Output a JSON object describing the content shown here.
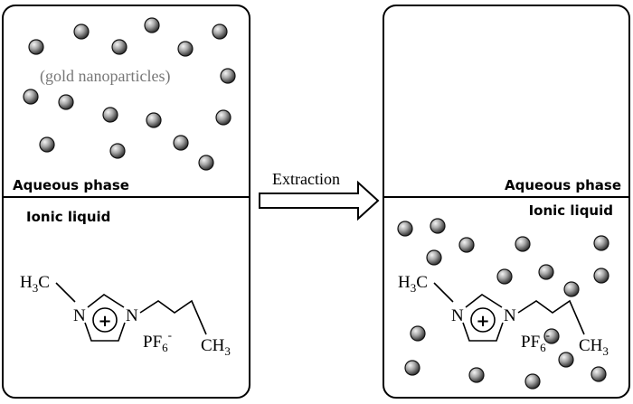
{
  "before": {
    "upper_phase": "Aqueous phase",
    "lower_phase": "Ionic liquid",
    "particle_note": "(gold nanoparticles)"
  },
  "arrow": {
    "label": "Extraction"
  },
  "after": {
    "upper_phase": "Aqueous phase",
    "lower_phase": "Ionic liquid"
  },
  "molecule": {
    "methyl": "H",
    "methyl_sub": "3",
    "methyl_tail": "C",
    "n1": "N",
    "n2": "N",
    "charge": "+",
    "anion": "PF",
    "anion_sub": "6",
    "anion_sup": "-",
    "butyl": "CH",
    "butyl_sub": "3"
  },
  "colors": {
    "particle_light": "#f2f2f2",
    "particle_mid": "#9a9a9a",
    "particle_dark": "#3a3a3a",
    "outline": "#000000"
  }
}
